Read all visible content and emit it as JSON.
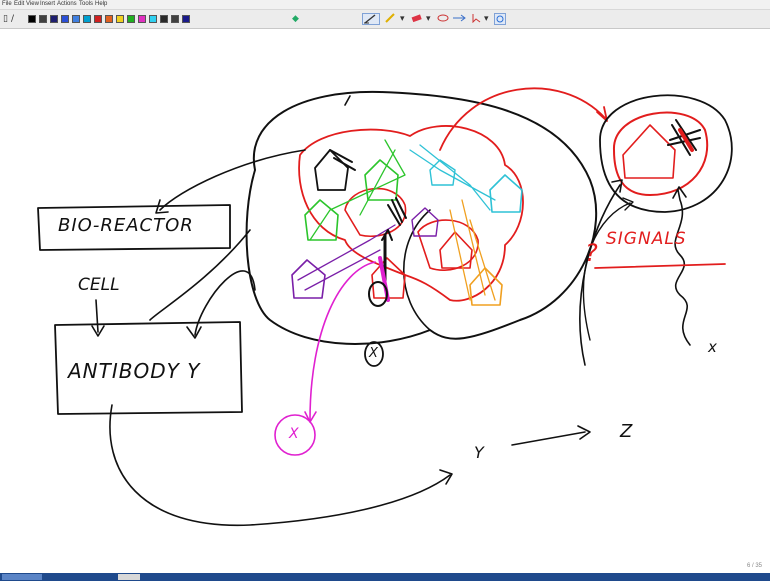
{
  "menu": [
    "File",
    "Edit",
    "View",
    "Insert",
    "Actions",
    "Tools",
    "Help"
  ],
  "toolbar": {
    "swatches": [
      "#000000",
      "#3f3f3f",
      "#1f1f6f",
      "#2b4fd6",
      "#3f7fe0",
      "#00a0d0",
      "#d02020",
      "#e06020",
      "#f0d020",
      "#20b020",
      "#e030c0",
      "#30d0f0",
      "#2a2a2a",
      "#404040",
      "#1a1a8a"
    ],
    "tools": [
      "pen-icon",
      "highlighter-icon",
      "eraser-icon",
      "lasso-icon",
      "insert-space-icon",
      "select-icon"
    ]
  },
  "board": {
    "bioreactor_label": "BIO-REACTOR",
    "cell_label": "CELL",
    "antibody_label": "ANTIBODY Y",
    "signals_label": "SIGNALS",
    "question_mark": "?",
    "x_circled_black": "X",
    "x_circled_pink": "X",
    "x_lone": "x",
    "y_label": "Y",
    "z_label": "Z"
  },
  "page_number": "6 / 35",
  "colors": {
    "ink_black": "#111111",
    "ink_red": "#e21d1d",
    "ink_green": "#2cc52c",
    "ink_cyan": "#2fc2d6",
    "ink_orange": "#f0a020",
    "ink_purple": "#7a1fa8",
    "ink_magenta": "#e020d0"
  }
}
